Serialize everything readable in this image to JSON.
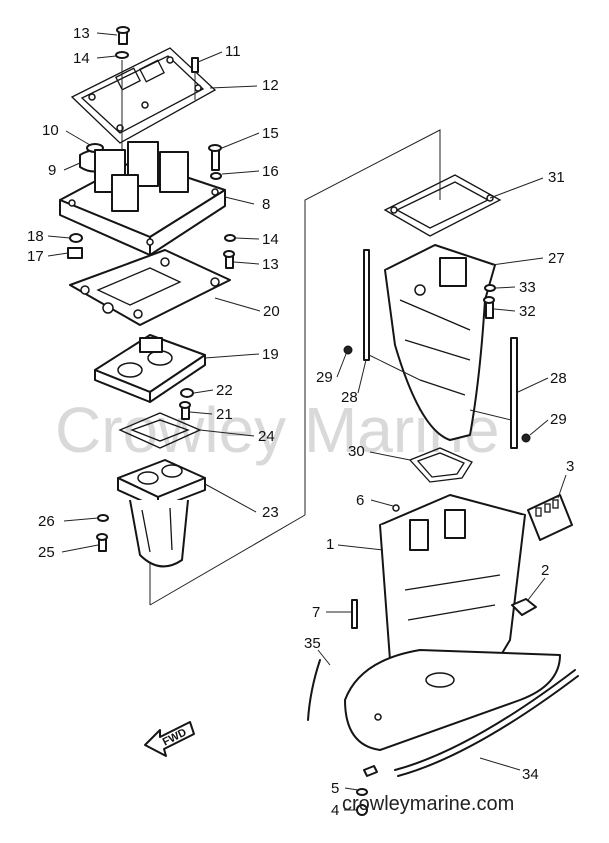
{
  "watermark": "Crowley Marine",
  "footer_url": "crowleymarine.com",
  "fwd_label": "FWD",
  "callouts": {
    "c1": "1",
    "c2": "2",
    "c3": "3",
    "c4": "4",
    "c5": "5",
    "c6": "6",
    "c7": "7",
    "c8": "8",
    "c9": "9",
    "c10": "10",
    "c11": "11",
    "c12": "12",
    "c13a": "13",
    "c13b": "13",
    "c14a": "14",
    "c14b": "14",
    "c15": "15",
    "c16": "16",
    "c17": "17",
    "c18": "18",
    "c19": "19",
    "c20": "20",
    "c21": "21",
    "c22": "22",
    "c23": "23",
    "c24": "24",
    "c25": "25",
    "c26": "26",
    "c27": "27",
    "c28a": "28",
    "c28b": "28",
    "c29a": "29",
    "c29b": "29",
    "c30": "30",
    "c31": "31",
    "c32": "32",
    "c33": "33",
    "c34": "34",
    "c35": "35"
  }
}
